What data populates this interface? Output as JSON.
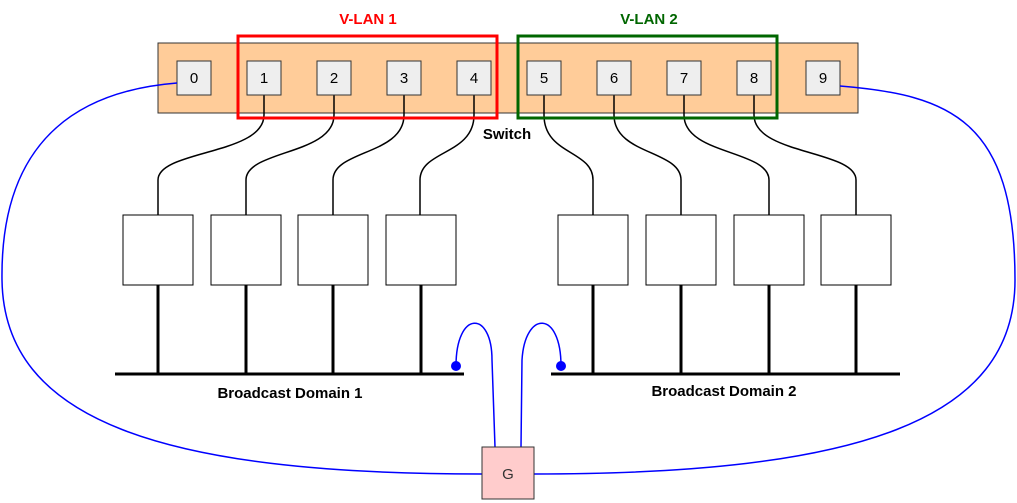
{
  "vlans": [
    {
      "label": "V-LAN  1",
      "color": "#ff0000"
    },
    {
      "label": "V-LAN  2",
      "color": "#006600"
    }
  ],
  "switch": {
    "label": "Switch",
    "fill": "#ffcc99",
    "ports": [
      "0",
      "1",
      "2",
      "3",
      "4",
      "5",
      "6",
      "7",
      "8",
      "9"
    ]
  },
  "domains": [
    {
      "label": "Broadcast Domain 1"
    },
    {
      "label": "Broadcast Domain 2"
    }
  ],
  "gateway": {
    "label": "G",
    "fill": "#ffcccc"
  },
  "colors": {
    "link": "#0000ff",
    "line": "#000000",
    "port_fill": "#eeeeee"
  }
}
